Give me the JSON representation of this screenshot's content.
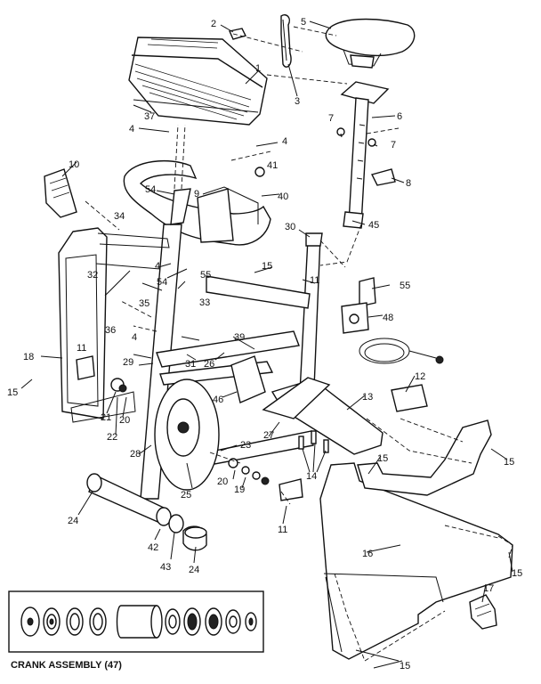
{
  "caption": "CRANK ASSEMBLY (47)",
  "labels": {
    "p1": "1",
    "p2": "2",
    "p3": "3",
    "p4a": "4",
    "p4b": "4",
    "p4c": "4",
    "p4d": "4",
    "p5": "5",
    "p6": "6",
    "p7a": "7",
    "p7b": "7",
    "p8": "8",
    "p9": "9",
    "p10": "10",
    "p11a": "11",
    "p11b": "11",
    "p11c": "11",
    "p12": "12",
    "p13": "13",
    "p14": "14",
    "p15a": "15",
    "p15b": "15",
    "p15c": "15",
    "p15d": "15",
    "p15e": "15",
    "p15f": "15",
    "p16": "16",
    "p17": "17",
    "p18": "18",
    "p19": "19",
    "p20a": "20",
    "p20b": "20",
    "p21": "21",
    "p22": "22",
    "p23": "23",
    "p24a": "24",
    "p24b": "24",
    "p25": "25",
    "p26": "26",
    "p27": "27",
    "p28": "28",
    "p29": "29",
    "p30": "30",
    "p31": "31",
    "p32": "32",
    "p33": "33",
    "p34": "34",
    "p35": "35",
    "p36": "36",
    "p37": "37",
    "p39": "39",
    "p40": "40",
    "p41": "41",
    "p42": "42",
    "p43": "43",
    "p45": "45",
    "p46": "46",
    "p48": "48",
    "p54a": "54",
    "p54b": "54",
    "p55a": "55",
    "p55b": "55"
  }
}
